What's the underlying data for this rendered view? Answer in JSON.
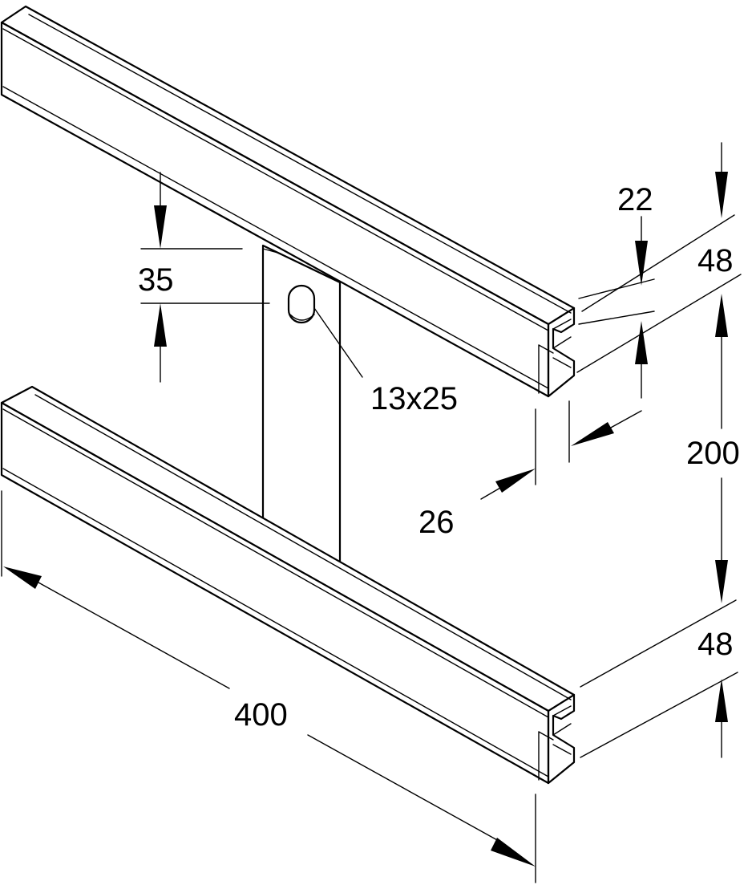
{
  "dimensions": {
    "slot_width": "22",
    "upper_channel_height": "48",
    "hole_offset": "35",
    "hole_size": "13x25",
    "channel_spacing": "200",
    "channel_depth": "26",
    "lower_channel_height": "48",
    "length": "400"
  },
  "colors": {
    "line": "#000000",
    "background": "#ffffff"
  }
}
